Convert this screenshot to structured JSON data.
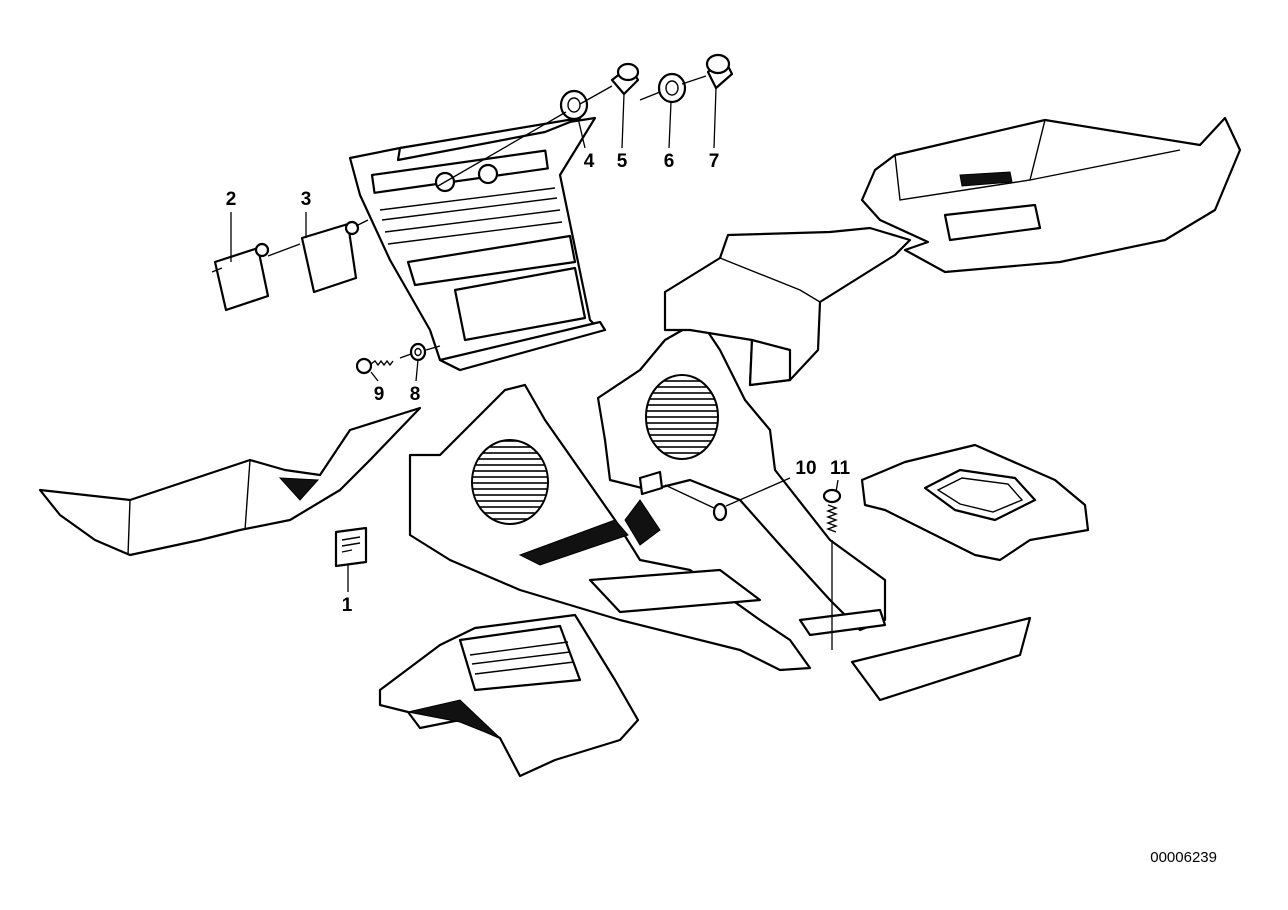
{
  "callouts": {
    "c1": "1",
    "c2": "2",
    "c3": "3",
    "c4": "4",
    "c5": "5",
    "c6": "6",
    "c7": "7",
    "c8": "8",
    "c9": "9",
    "c10": "10",
    "c11": "11"
  },
  "diagram_code": "00006239",
  "colors": {
    "line": "#000000",
    "background": "#ffffff"
  }
}
